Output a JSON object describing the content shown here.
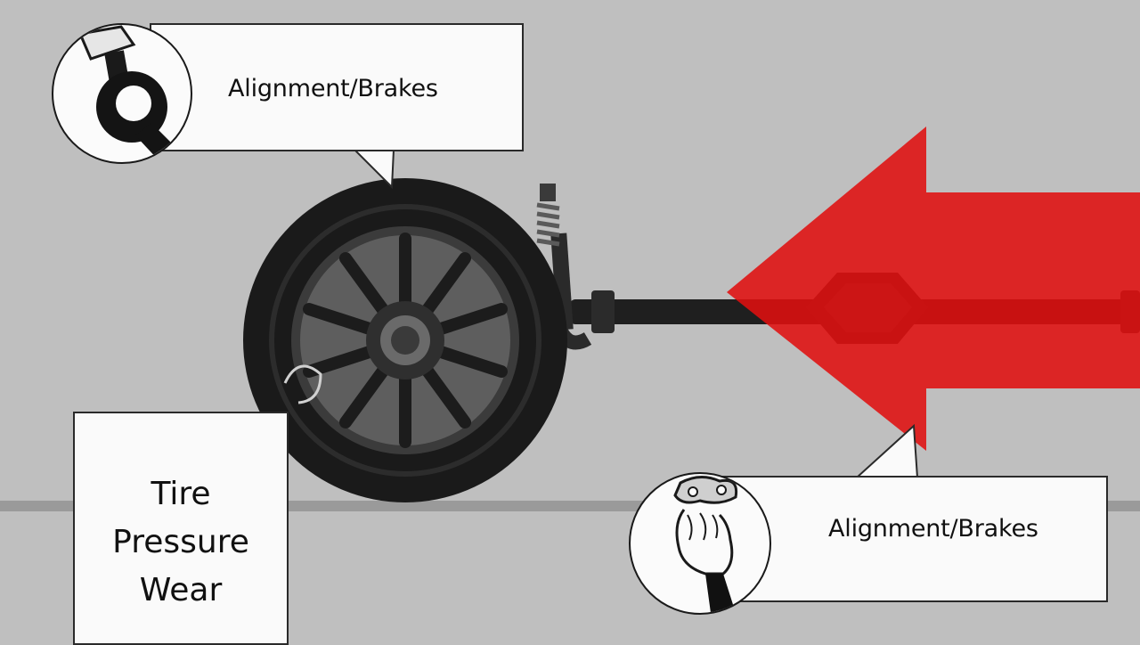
{
  "callout_top": {
    "label": "Alignment/Brakes"
  },
  "callout_bottom": {
    "label": "Alignment/Brakes"
  },
  "tire_box": {
    "lines": [
      "Tire",
      "Pressure",
      "Wear"
    ]
  },
  "icons": {
    "top": "wrench-socket-icon",
    "bottom": "hand-holding-brake-pad-icon"
  },
  "colors": {
    "background": "#bfbfbf",
    "arrow": "#e01010",
    "tire": "#1a1a1a",
    "axle": "#202020",
    "box_fill": "#fafafa"
  }
}
